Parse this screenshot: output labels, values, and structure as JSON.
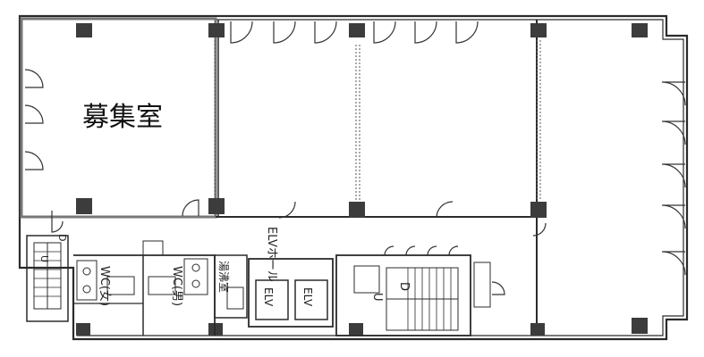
{
  "plan": {
    "vacant_room_label": "募集室",
    "elevator_hall_label": "ELVホール",
    "elevator_label": "ELV",
    "wc_female_label": "WC(女)",
    "wc_male_label": "WC(男)",
    "janitor_label": "湯沸室",
    "stair_down_label": "D",
    "stair_up_label": "U"
  }
}
